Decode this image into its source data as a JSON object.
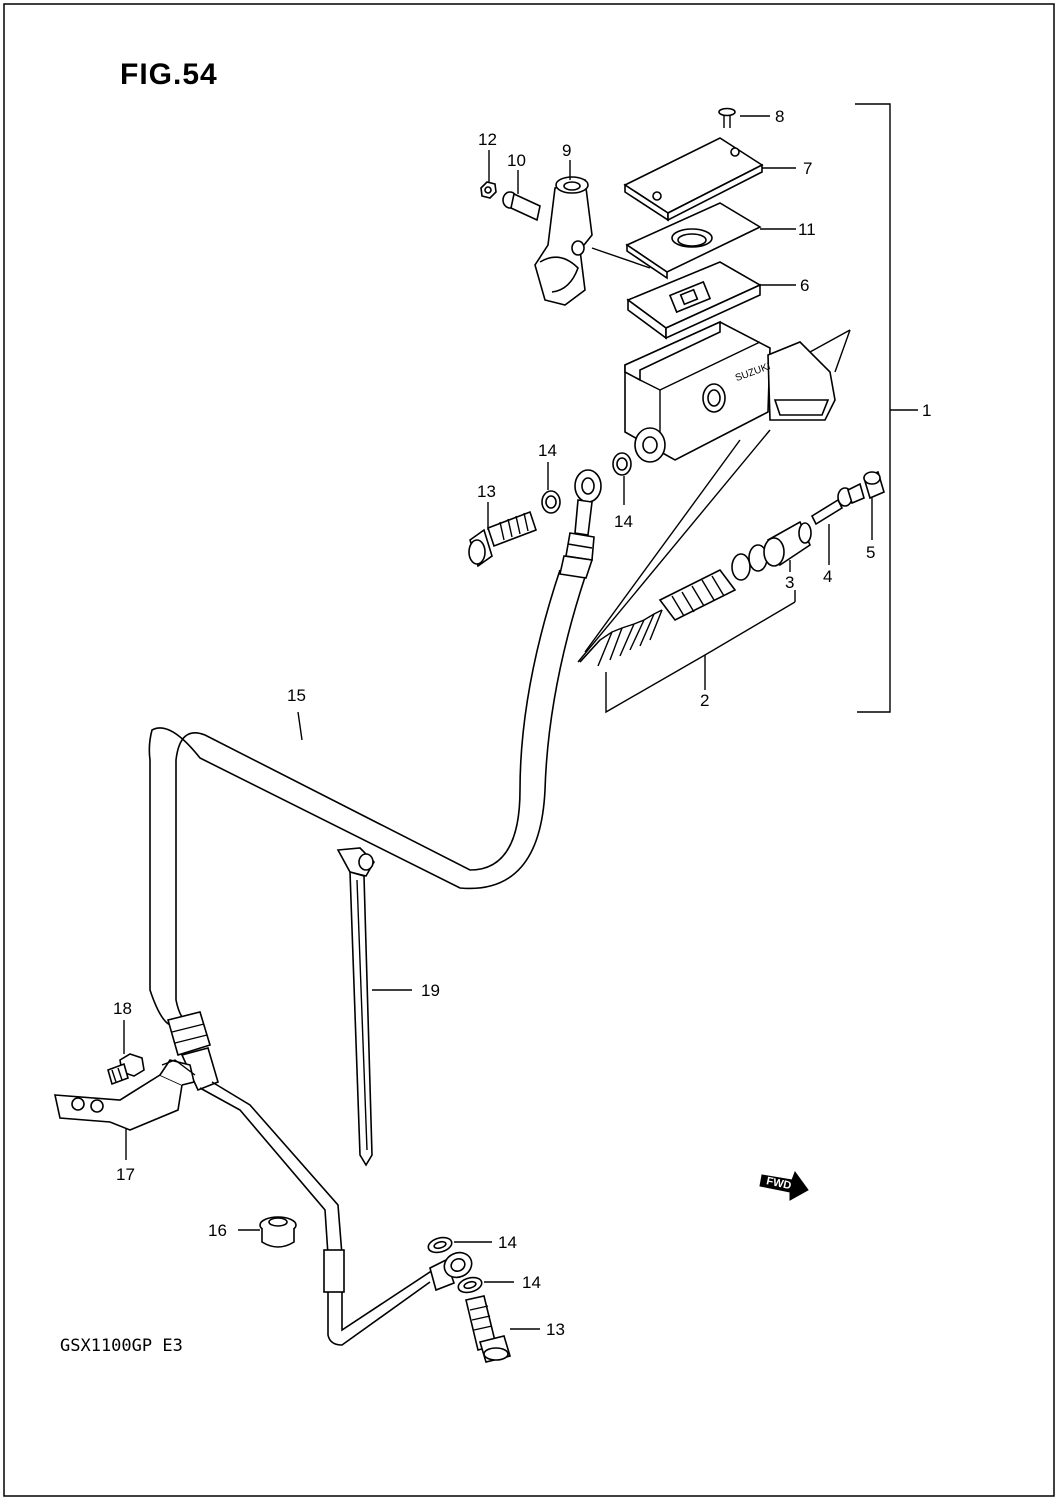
{
  "figure": {
    "title": "FIG.54",
    "model_code": "GSX1100GP E3",
    "fwd_label": "FWD"
  },
  "callouts": [
    {
      "id": "c1",
      "text": "1"
    },
    {
      "id": "c2",
      "text": "2"
    },
    {
      "id": "c3",
      "text": "3"
    },
    {
      "id": "c4",
      "text": "4"
    },
    {
      "id": "c5",
      "text": "5"
    },
    {
      "id": "c6",
      "text": "6"
    },
    {
      "id": "c7",
      "text": "7"
    },
    {
      "id": "c8",
      "text": "8"
    },
    {
      "id": "c9",
      "text": "9"
    },
    {
      "id": "c10",
      "text": "10"
    },
    {
      "id": "c11",
      "text": "11"
    },
    {
      "id": "c12",
      "text": "12"
    },
    {
      "id": "c13a",
      "text": "13"
    },
    {
      "id": "c13b",
      "text": "13"
    },
    {
      "id": "c14a",
      "text": "14"
    },
    {
      "id": "c14b",
      "text": "14"
    },
    {
      "id": "c14c",
      "text": "14"
    },
    {
      "id": "c14d",
      "text": "14"
    },
    {
      "id": "c15",
      "text": "15"
    },
    {
      "id": "c16",
      "text": "16"
    },
    {
      "id": "c17",
      "text": "17"
    },
    {
      "id": "c18",
      "text": "18"
    },
    {
      "id": "c19",
      "text": "19"
    }
  ]
}
